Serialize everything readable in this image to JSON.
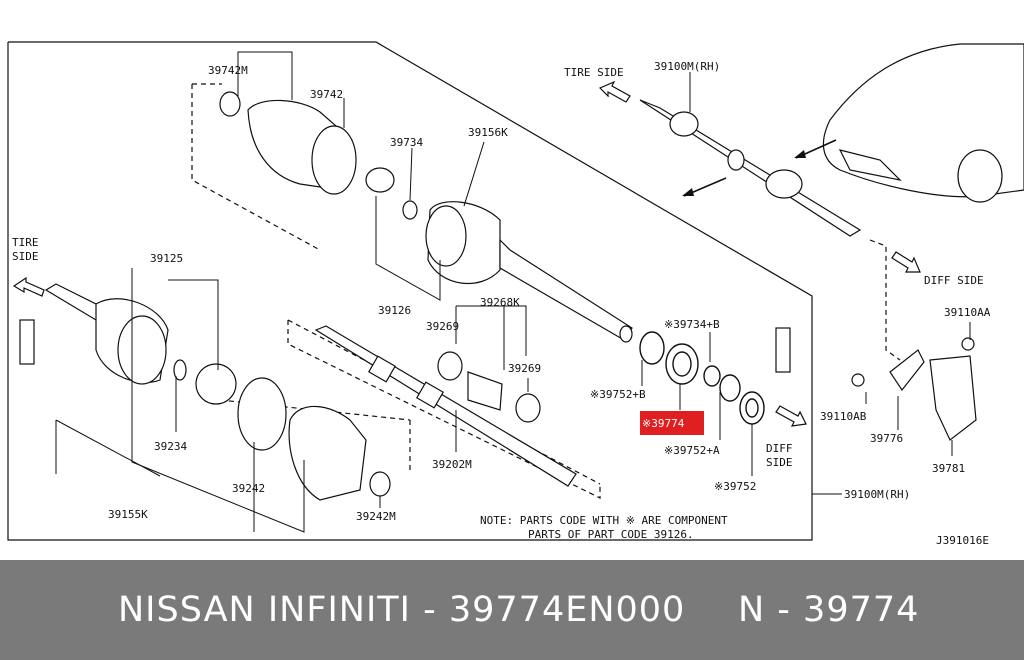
{
  "diagram": {
    "ref_code": "J391016E",
    "direction_labels": {
      "tire_side_top": "TIRE SIDE",
      "tire_side_left_line1": "TIRE",
      "tire_side_left_line2": "SIDE",
      "diff_side_top": "DIFF SIDE",
      "diff_side_right_line1": "DIFF",
      "diff_side_right_line2": "SIDE"
    },
    "parts": {
      "p39742M": "39742M",
      "p39742": "39742",
      "p39734": "39734",
      "p39156K": "39156K",
      "p39100M_top": "39100M(RH)",
      "p39125": "39125",
      "p39126": "39126",
      "p39269_a": "39269",
      "p39268K": "39268K",
      "p39269_b": "39269",
      "p39734B": "※39734+B",
      "p39752B": "※39752+B",
      "p39774": "※39774",
      "p39752A": "※39752+A",
      "p39752": "※39752",
      "p39234": "39234",
      "p39242": "39242",
      "p39242M": "39242M",
      "p39202M": "39202M",
      "p39155K": "39155K",
      "p39100M_bottom": "39100M(RH)",
      "p39110AA": "39110AA",
      "p39110AB": "39110AB",
      "p39776": "39776",
      "p39781": "39781"
    },
    "note_line1": "NOTE: PARTS CODE WITH ※ ARE COMPONENT",
    "note_line2": "PARTS OF PART CODE 39126.",
    "highlight_color": "#e02020"
  },
  "footer": {
    "left_text": "NISSAN  INFINITI - 39774EN000",
    "right_text": "N - 39774"
  }
}
